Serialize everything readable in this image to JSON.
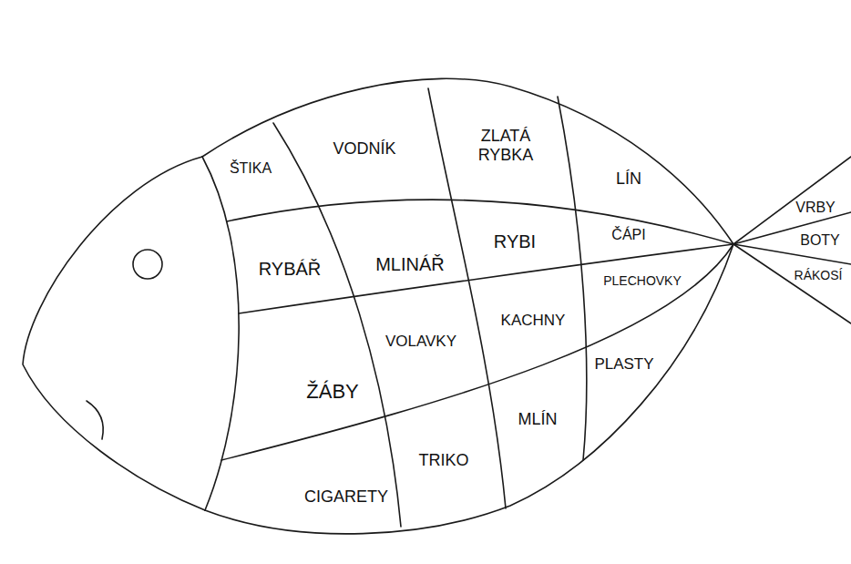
{
  "diagram": {
    "nodes": [
      {
        "text": [
          "ŠTIKA"
        ]
      },
      {
        "text": [
          "VODNÍK"
        ]
      },
      {
        "text": [
          "ZLATÁ RYBKA"
        ]
      },
      {
        "text": [
          "LÍN"
        ]
      },
      {
        "text": [
          "RYBÁŘ"
        ]
      },
      {
        "text": [
          "MLINÁŘ"
        ]
      },
      {
        "text": [
          "RYBI"
        ]
      },
      {
        "text": [
          "ČÁPI"
        ]
      },
      {
        "text": [
          "PLECHOVKY"
        ]
      },
      {
        "text": [
          "ŽÁBY"
        ]
      },
      {
        "text": [
          "VOLAVKY"
        ]
      },
      {
        "text": [
          "KACHNY"
        ]
      },
      {
        "text": [
          "PLASTY"
        ]
      },
      {
        "text": [
          "CIGARETY"
        ]
      },
      {
        "text": [
          "TRIKO"
        ]
      },
      {
        "text": [
          "MLÍN"
        ]
      },
      {
        "text": [
          "VRBY"
        ]
      },
      {
        "text": [
          "BOTY"
        ]
      },
      {
        "text": [
          "RÁKOSÍ"
        ]
      }
    ]
  }
}
